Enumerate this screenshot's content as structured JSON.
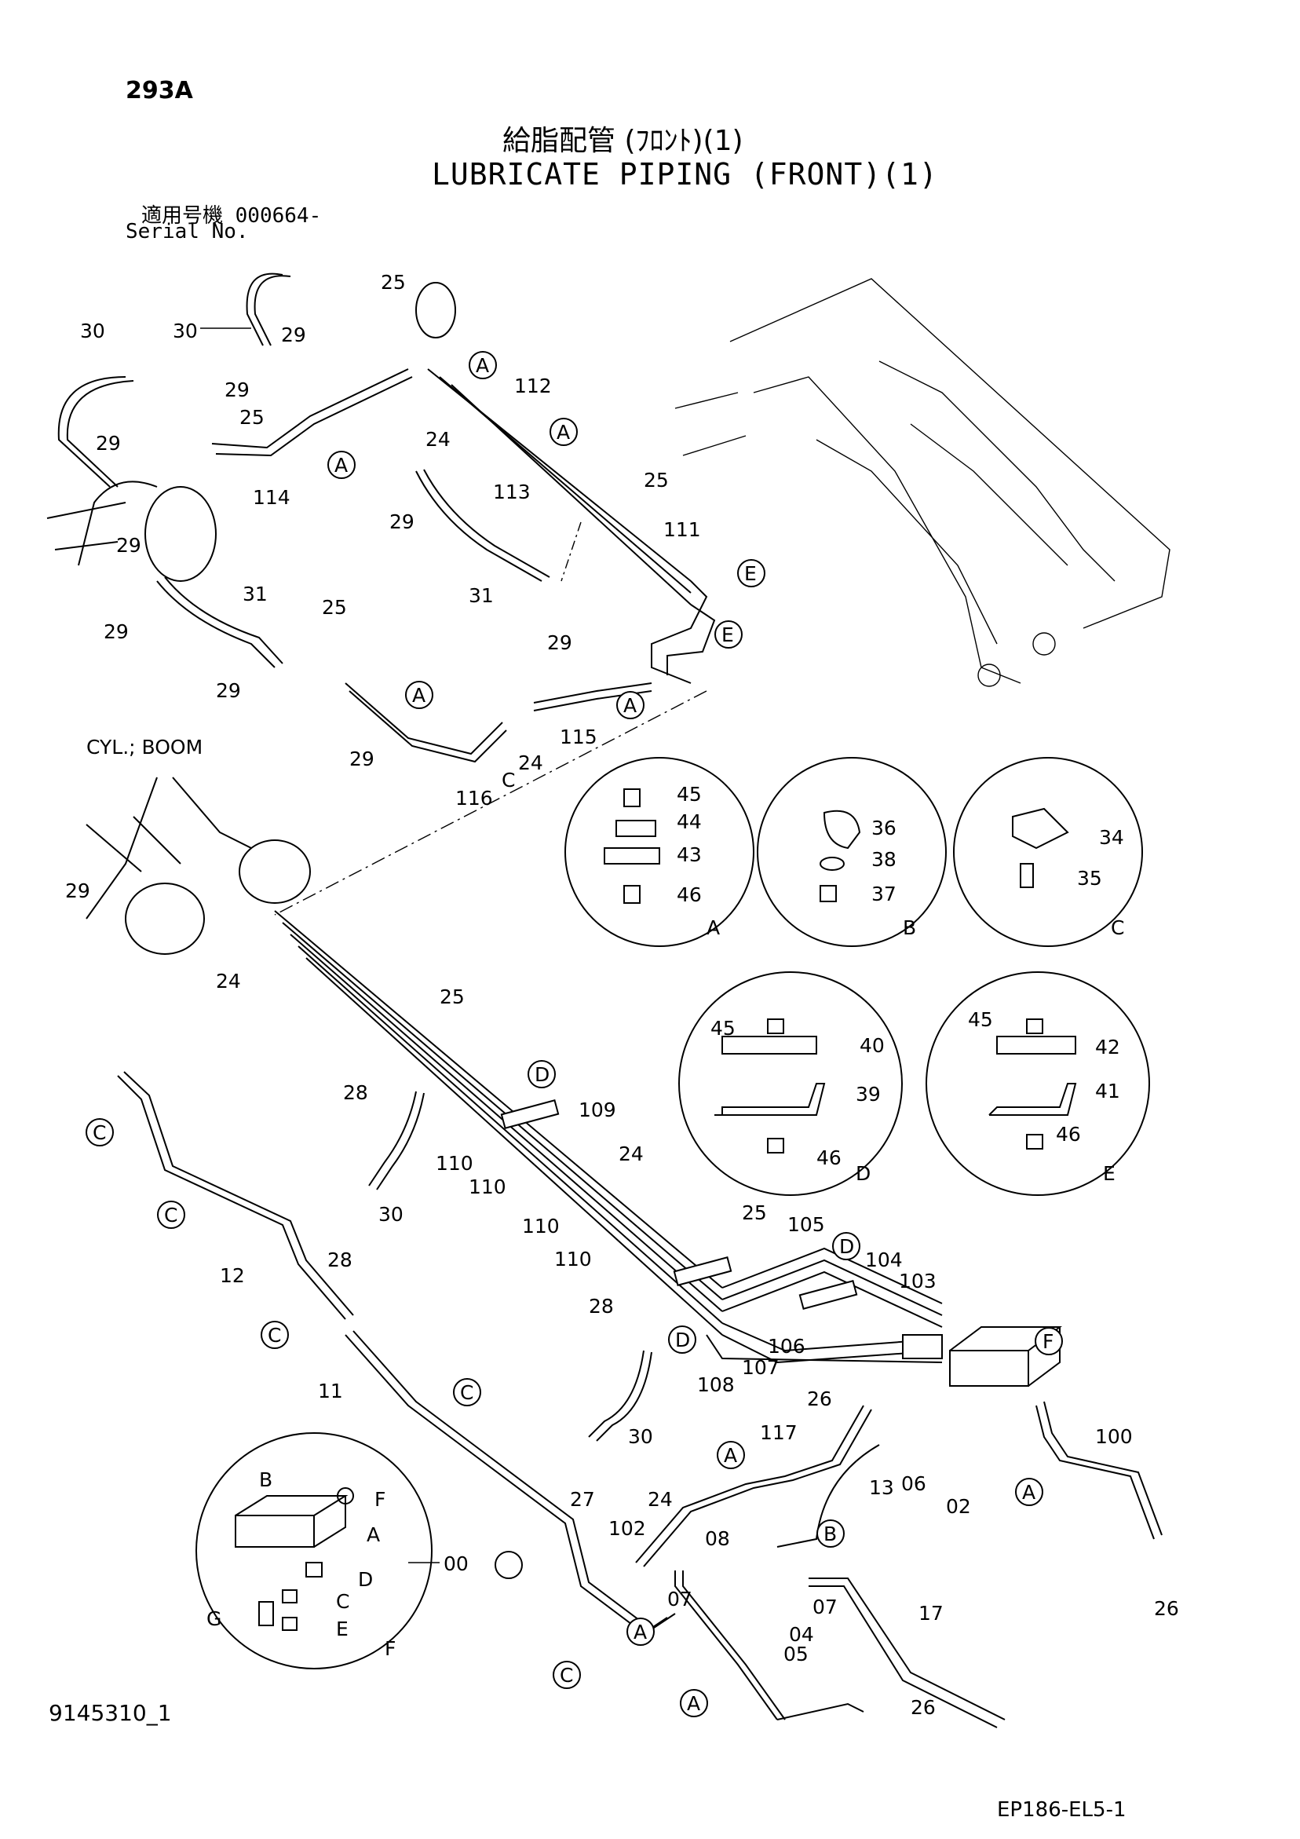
{
  "header": {
    "page_number": "293A",
    "title_jp": "給脂配管 (ﾌﾛﾝﾄ)(1)",
    "title_en": "LUBRICATE PIPING (FRONT)(1)",
    "serial_label_jp": "適用号機 000664-",
    "serial_label_en": "Serial No."
  },
  "footer": {
    "drawing_id": "9145310_1",
    "figure_code": "EP186-EL5-1"
  },
  "callouts": {
    "cyl_boom": "CYL.; BOOM",
    "p25a": "25",
    "p25b": "25",
    "p25c": "25",
    "p25d": "25",
    "p25e": "25",
    "p25f": "25",
    "p30a": "30",
    "p30b": "30",
    "p30c": "30",
    "p30d": "30",
    "p29a": "29",
    "p29b": "29",
    "p29c": "29",
    "p29d": "29",
    "p29e": "29",
    "p29f": "29",
    "p29g": "29",
    "p29h": "29",
    "p29i": "29",
    "p29j": "29",
    "p24a": "24",
    "p24b": "24",
    "p24c": "24",
    "p24d": "24",
    "p24e": "24",
    "p31": "31",
    "p31b": "31",
    "p112": "112",
    "p113": "113",
    "p111": "111",
    "p114": "114",
    "p115": "115",
    "p116": "116",
    "p28a": "28",
    "p28b": "28",
    "p28c": "28",
    "p109": "109",
    "p110a": "110",
    "p110b": "110",
    "p110c": "110",
    "p110d": "110",
    "p105": "105",
    "p104": "104",
    "p103": "103",
    "p106": "106",
    "p107": "107",
    "p108": "108",
    "p12": "12",
    "p11": "11",
    "p26a": "26",
    "p26b": "26",
    "p26c": "26",
    "p117": "117",
    "p13": "13",
    "p06": "06",
    "p02": "02",
    "p100": "100",
    "p27": "27",
    "p102": "102",
    "p08": "08",
    "p07a": "07",
    "p07b": "07",
    "p04": "04",
    "p05": "05",
    "p17": "17",
    "p00": "00"
  },
  "details": {
    "A": {
      "label": "A",
      "parts": [
        "45",
        "44",
        "43",
        "46"
      ]
    },
    "B": {
      "label": "B",
      "parts": [
        "36",
        "38",
        "37"
      ]
    },
    "C": {
      "label": "C",
      "parts": [
        "34",
        "35"
      ]
    },
    "D": {
      "label": "D",
      "parts": [
        "45",
        "40",
        "39",
        "46"
      ]
    },
    "E": {
      "label": "E",
      "parts": [
        "45",
        "42",
        "41",
        "46"
      ]
    },
    "F": {
      "label": "F",
      "parts": [
        "B",
        "F",
        "A",
        "D",
        "C",
        "G",
        "E"
      ]
    }
  },
  "markers": {
    "A": "A",
    "B": "B",
    "C": "C",
    "D": "D",
    "E": "E",
    "F": "F"
  }
}
